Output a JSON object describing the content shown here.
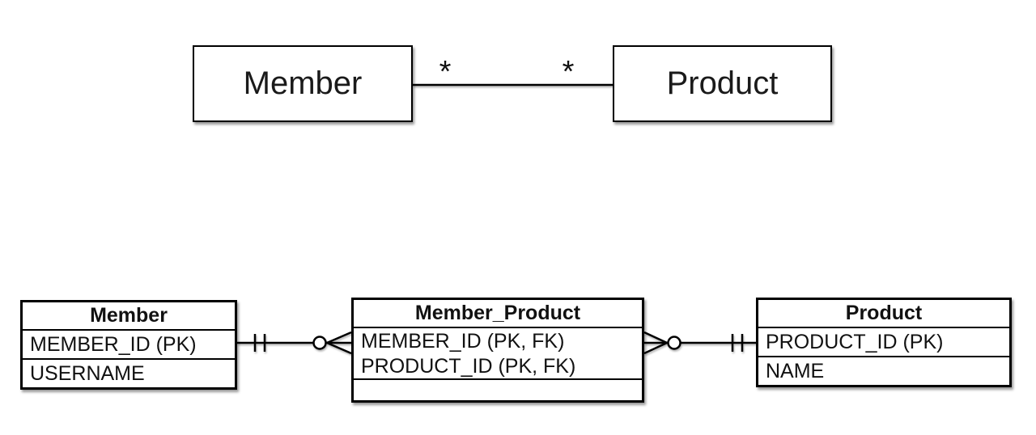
{
  "diagram": {
    "colors": {
      "stroke": "#000000",
      "background": "#ffffff",
      "text": "#111111"
    },
    "conceptual": {
      "entities": [
        {
          "label": "Member"
        },
        {
          "label": "Product"
        }
      ],
      "relationship": {
        "left_multiplicity": "*",
        "right_multiplicity": "*"
      }
    },
    "logical": {
      "tables": [
        {
          "title": "Member",
          "rows": [
            "MEMBER_ID (PK)",
            "USERNAME"
          ]
        },
        {
          "title": "Member_Product",
          "rows": [
            "MEMBER_ID (PK, FK)",
            "PRODUCT_ID (PK, FK)"
          ]
        },
        {
          "title": "Product",
          "rows": [
            "PRODUCT_ID (PK)",
            "NAME"
          ]
        }
      ]
    }
  }
}
